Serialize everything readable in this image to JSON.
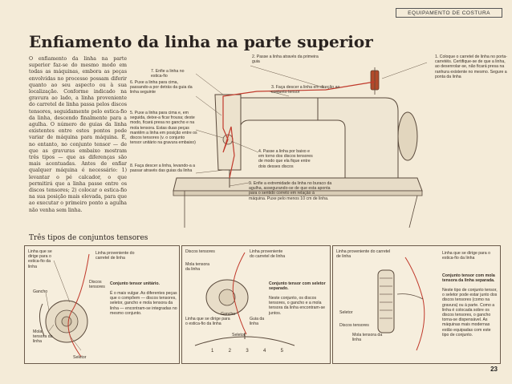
{
  "header": {
    "section_tag": "EQUIPAMENTO DE COSTURA"
  },
  "page_title": "Enfiamento da linha na parte superior",
  "intro_text": "O enfiamento da linha na parte superior faz-se do mesmo modo em todas as máquinas, embora as peças envolvidas no processo possam diferir quanto ao seu aspecto ou à sua localização. Conforme indicado na gravura ao lado, a linha proveniente do carretel de linha passa pelos discos tensores, seguidamente pelo estica-fio da linha, descendo finalmente para a agulha. O número de guias da linha existentes entre estes pontos pode variar de máquina para máquina. É, no entanto, no conjunto tensor — de que as gravuras embaixo mostram três tipos — que as diferenças são mais acentuadas. Antes de enfiar qualquer máquina é necessário: 1) levantar o pé calcador, o que permitirá que a linha passe entre os discos tensores; 2) colocar o estica-fio na sua posição mais elevada, para que ao executar o primeiro ponto a agulha não venha sem linha.",
  "steps": [
    {
      "id": "1",
      "text": "1. Coloque o carretel de linha no porta-carretéis. Certifique-se de que a linha, ao desenrolar-se, não ficará presa na ranhura existente no mesmo. Segure a ponta da linha"
    },
    {
      "id": "2",
      "text": "2. Passe a linha através da primeira guia"
    },
    {
      "id": "3",
      "text": "3. Faça descer a linha em direção ao conjunto tensor"
    },
    {
      "id": "4",
      "text": "4. Passe a linha por baixo e em torno dos discos tensores de modo que ela fique entre dois desses discos"
    },
    {
      "id": "5",
      "text": "5. Puxe a linha para cima e, em seguida, deixe-a ficar frouxa; deste modo, ficará presa no gancho e na mola tensora. Estas duas peças mantêm a linha em posição entre os discos tensores (v. o conjunto tensor unitário na gravura embaixo)"
    },
    {
      "id": "6",
      "text": "6. Puxe a linha para cima, passando-a por detrás da guia da linha seguinte"
    },
    {
      "id": "7",
      "text": "7. Enfie a linha no estica-fio"
    },
    {
      "id": "8",
      "text": "8. Faça descer a linha, levando-a a passar através das guias da linha"
    },
    {
      "id": "9",
      "text": "9. Enfie a extremidade da linha no buraco da agulha, assegurando-se de que esta aponta para o sentido correto em relação à máquina. Puxe pelo menos 10 cm de linha."
    }
  ],
  "subtitle": "Três tipos de conjuntos tensores",
  "panel1": {
    "labels": {
      "linha_guia": "Linha que se dirige para o estica-fio da linha",
      "linha_carretel": "Linha proveniente do carretel de linha",
      "gancho": "Gancho",
      "discos": "Discos tensores",
      "mola": "Mola tensora da linha",
      "seletor": "Seletor"
    },
    "heading": "Conjunto tensor unitário.",
    "desc": "É o mais vulgar. As diferentes peças que o compõem — discos tensores, seletor, gancho e mola tensora da linha — encontram-se integradas no mesmo conjunto."
  },
  "panel2": {
    "labels": {
      "discos": "Discos tensores",
      "linha_carretel": "Linha proveniente do carretel de linha",
      "mola": "Mola tensora da linha",
      "gancho": "Gancho",
      "linha_guia": "Linha que se dirige para o estica-fio da linha",
      "guia": "Guia da linha",
      "seletor": "Seletor"
    },
    "heading": "Conjunto tensor com seletor separado.",
    "desc": "Neste conjunto, os discos tensores, o gancho e a mola tensora da linha encontram-se juntos.",
    "dial_numbers": [
      "1",
      "2",
      "3",
      "4",
      "5"
    ]
  },
  "panel3": {
    "labels": {
      "linha_carretel": "Linha proveniente do carretel de linha",
      "linha_guia": "Linha que se dirige para o estica-fio da linha",
      "seletor": "Seletor",
      "discos": "Discos tensores",
      "mola": "Mola tensora da linha"
    },
    "heading": "Conjunto tensor com mola tensora da linha separada.",
    "desc": "Neste tipo de conjunto tensor, o seletor pode estar junto dos discos tensores (como na gravura) ou à parte. Como a linha é colocada sobre os discos tensores, o gancho torna-se dispensável. As máquinas mais modernas estão equipadas com este tipo de conjunto."
  },
  "page_number": "23"
}
